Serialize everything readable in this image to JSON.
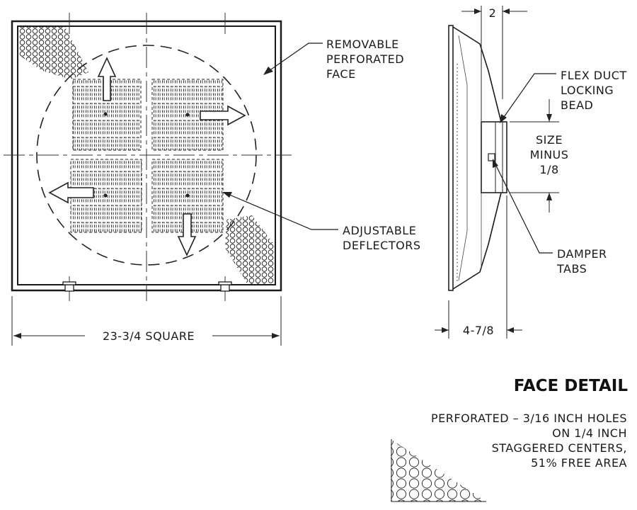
{
  "front_view": {
    "dimension_label": "23-3/4 SQUARE",
    "callout_face": [
      "REMOVABLE",
      "PERFORATED",
      "FACE"
    ],
    "callout_deflectors": [
      "ADJUSTABLE",
      "DEFLECTORS"
    ]
  },
  "side_view": {
    "dim_top": "2",
    "dim_bottom": "4-7/8",
    "callout_bead": [
      "FLEX DUCT",
      "LOCKING",
      "BEAD"
    ],
    "callout_size": [
      "SIZE",
      "MINUS",
      "1/8"
    ],
    "callout_damper": [
      "DAMPER",
      "TABS"
    ]
  },
  "face_detail": {
    "title": "FACE DETAIL",
    "note": [
      "PERFORATED  –  3/16 INCH HOLES",
      "ON 1/4 INCH",
      "STAGGERED CENTERS,",
      "51% FREE AREA"
    ]
  }
}
